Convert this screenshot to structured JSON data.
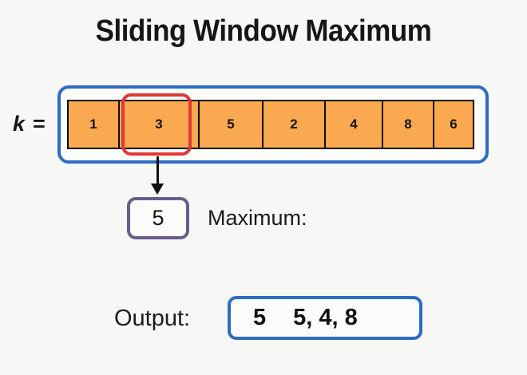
{
  "title": "Sliding Window Maximum",
  "background_color": "#f7f7f5",
  "colors": {
    "cell_fill": "#fba950",
    "frame_blue": "#2d6cc2",
    "window_red": "#e03a36",
    "max_box_purple": "#6a5c8c",
    "text": "#161616"
  },
  "k_label": "k =",
  "array": {
    "cells": [
      {
        "value": "1",
        "width": 64,
        "highlighted": false
      },
      {
        "value": "3",
        "width": 100,
        "highlighted": true
      },
      {
        "value": "5",
        "width": 80,
        "highlighted": false
      },
      {
        "value": "2",
        "width": 78,
        "highlighted": false
      },
      {
        "value": "4",
        "width": 72,
        "highlighted": false
      },
      {
        "value": "8",
        "width": 64,
        "highlighted": false
      },
      {
        "value": "6",
        "width": 52,
        "highlighted": false
      }
    ]
  },
  "maximum": {
    "value": "5",
    "label": "Maximum:"
  },
  "output": {
    "label": "Output:",
    "current": "5",
    "list": "5, 4, 8"
  }
}
